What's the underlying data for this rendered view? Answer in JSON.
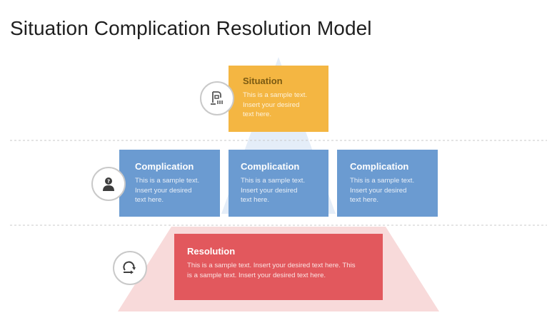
{
  "title": "Situation Complication Resolution Model",
  "colors": {
    "situation": "#f4b642",
    "complication": "#6b9bd1",
    "resolution": "#e2585d",
    "pyramid_top": "#e4edf8",
    "pyramid_bottom": "#f8dada"
  },
  "situation": {
    "icon": "document-bars-icon",
    "heading": "Situation",
    "lines": [
      "This is a sample text.",
      "Insert your desired",
      "text here."
    ]
  },
  "complication": {
    "icon": "person-question-icon",
    "items": [
      {
        "heading": "Complication",
        "lines": [
          "This is a sample text.",
          "Insert your desired",
          "text here."
        ]
      },
      {
        "heading": "Complication",
        "lines": [
          "This is a sample text.",
          "Insert your desired",
          "text here."
        ]
      },
      {
        "heading": "Complication",
        "lines": [
          "This is a sample text.",
          "Insert your desired",
          "text here."
        ]
      }
    ]
  },
  "resolution": {
    "icon": "circular-arrow-icon",
    "heading": "Resolution",
    "lines": [
      "This is a sample text. Insert your desired text here. This",
      "is a sample text. Insert your desired text here."
    ]
  }
}
